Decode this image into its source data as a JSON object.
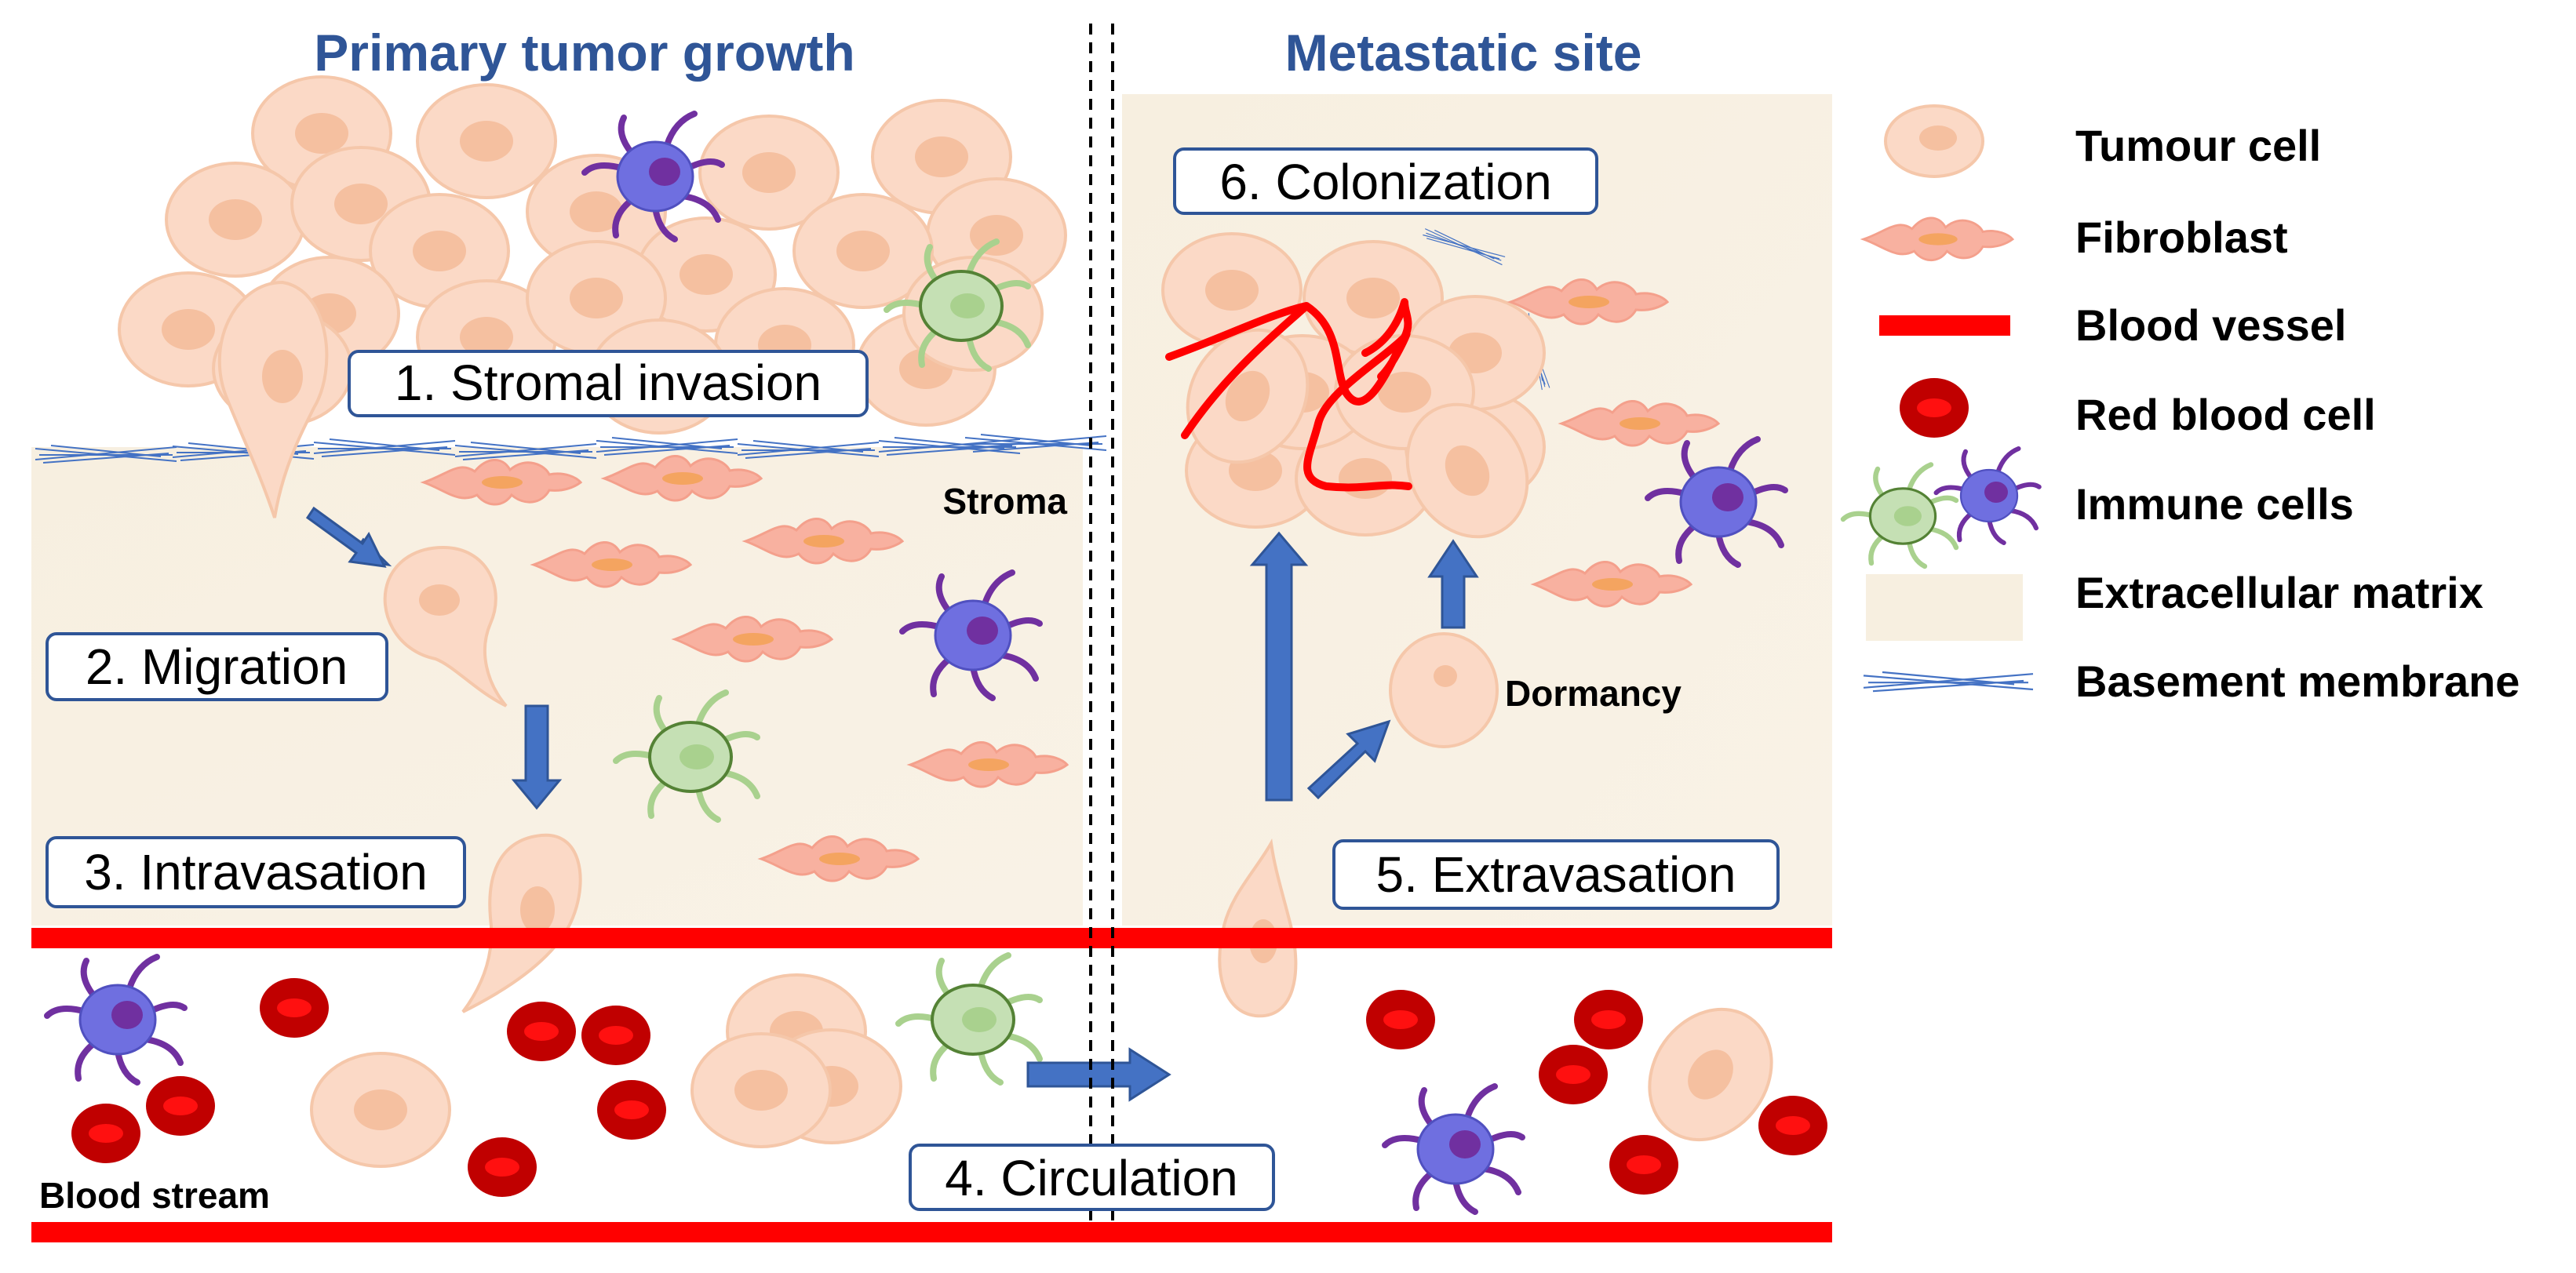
{
  "headings": {
    "primary": "Primary tumor growth",
    "metastatic": "Metastatic site"
  },
  "steps": {
    "stromal_invasion": "1. Stromal invasion",
    "migration": "2. Migration",
    "intravasation": "3. Intravasation",
    "circulation": "4. Circulation",
    "extravasation": "5. Extravasation",
    "colonization": "6. Colonization"
  },
  "labels": {
    "stroma": "Stroma",
    "blood_stream": "Blood stream",
    "dormancy": "Dormancy"
  },
  "legend": {
    "tumour_cell": "Tumour cell",
    "fibroblast": "Fibroblast",
    "blood_vessel": "Blood vessel",
    "red_blood_cell": "Red blood cell",
    "immune_cells": "Immune cells",
    "extracellular_matrix": "Extracellular matrix",
    "basement_membrane": "Basement membrane"
  },
  "colors": {
    "heading_blue": "#2f5597",
    "arrow_blue": "#4472c4",
    "vessel_red": "#ff0000",
    "tumour_fill": "#fbd9c6",
    "tumour_nucleus": "#f5c0a0",
    "fibroblast_fill": "#f8b1a0",
    "rbc_red": "#c00000",
    "immune_purple": "#6f6fe0",
    "immune_green": "#a9d18e",
    "ecm_fill": "#f8f0e2",
    "membrane_blue": "#4472c4"
  }
}
